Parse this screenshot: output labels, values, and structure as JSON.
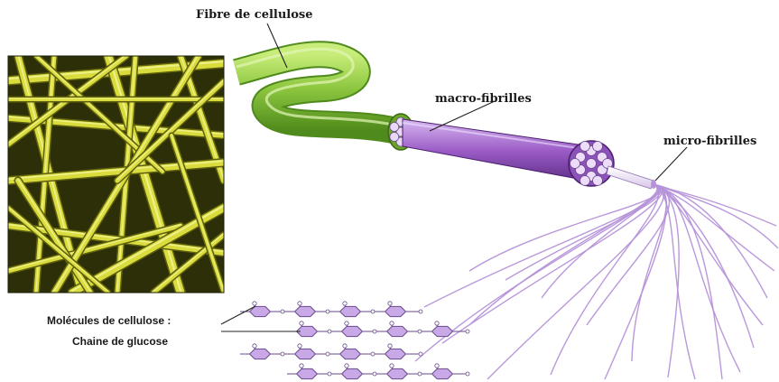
{
  "labels": {
    "fibre": "Fibre de cellulose",
    "macro": "macro-fibrilles",
    "micro": "micro-fibrilles",
    "molecules_line1": "Molécules de cellulose :",
    "molecules_line2": "Chaine de glucose"
  },
  "colors": {
    "micrograph_bg": "#2c2f08",
    "fiber_yellow": "#d9dc3c",
    "fibre_green": "#8cc63f",
    "fibre_green_dark": "#4f8a1c",
    "macro_purple": "#9b5cc6",
    "macro_purple_dark": "#5e2d86",
    "strand_lilac": "#b592d9",
    "glucose_fill": "#c9a8e8",
    "glucose_stroke": "#6a4a8a"
  },
  "icons": {
    "micrograph": "cellulose-fiber-micrograph",
    "glucose": "glucose-ring-icon"
  }
}
